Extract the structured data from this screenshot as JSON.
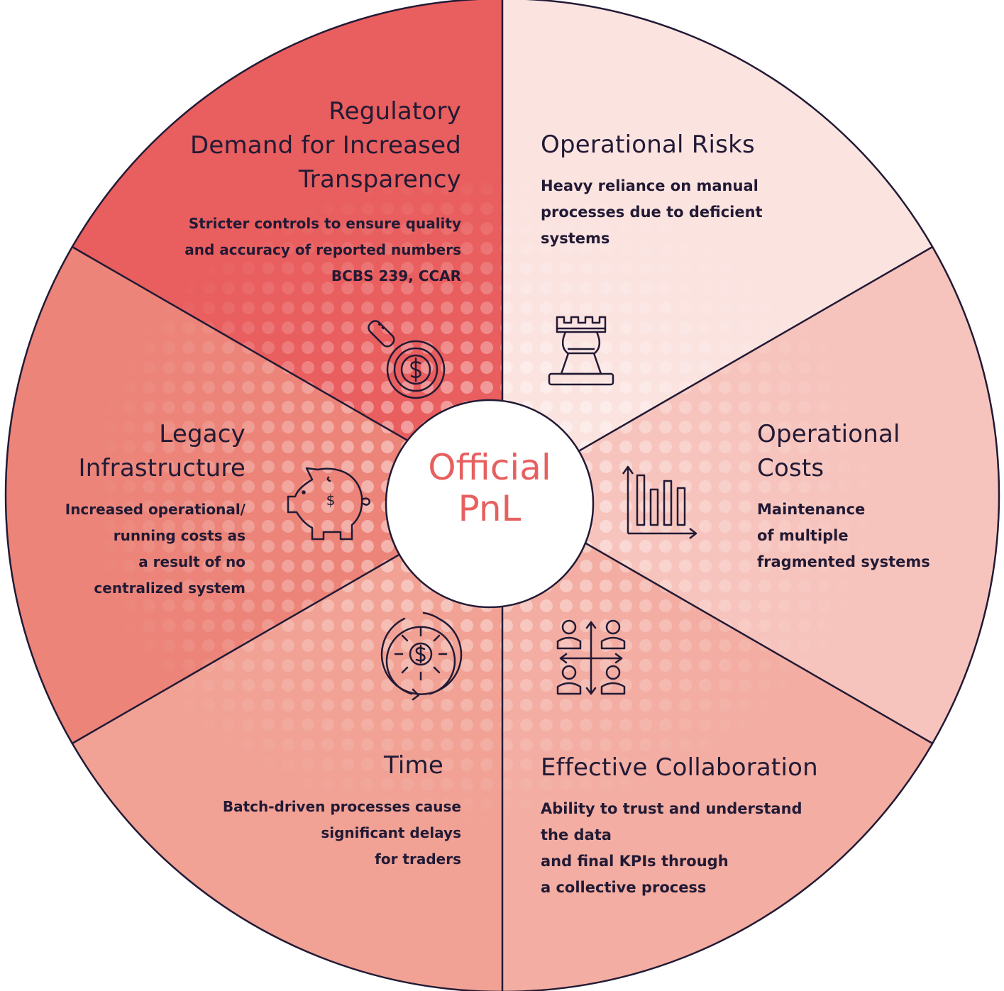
{
  "center": {
    "line1": "Official",
    "line2": "PnL"
  },
  "colors": {
    "outline": "#221a35",
    "regulatory": "#e95e5e",
    "operational_risks": "#fbe3e0",
    "operational_costs": "#f7c4bd",
    "effective_collaboration": "#f3ada2",
    "time": "#f1a295",
    "legacy": "#ec8479",
    "center_text": "#e76060"
  },
  "segments": {
    "regulatory": {
      "title": [
        "Regulatory",
        "Demand for Increased",
        "Transparency"
      ],
      "body": [
        "Stricter controls to ensure quality",
        "and accuracy of reported numbers",
        "BCBS 239, CCAR"
      ],
      "icon": "magnifier-dollar-icon"
    },
    "operational_risks": {
      "title": [
        "Operational Risks"
      ],
      "body": [
        "Heavy reliance on manual",
        "processes due to deficient",
        "systems"
      ],
      "icon": "chess-rook-icon"
    },
    "operational_costs": {
      "title": [
        "Operational",
        "Costs"
      ],
      "body": [
        "Maintenance",
        "of multiple",
        "fragmented systems"
      ],
      "icon": "bar-chart-icon"
    },
    "effective_collaboration": {
      "title": [
        "Effective Collaboration"
      ],
      "body": [
        "Ability to trust and understand",
        "the data",
        "and final KPIs through",
        "a collective process"
      ],
      "icon": "people-arrows-icon"
    },
    "time": {
      "title": [
        "Time"
      ],
      "body": [
        "Batch-driven processes cause",
        "significant delays",
        "for traders"
      ],
      "icon": "clock-dollar-icon"
    },
    "legacy": {
      "title": [
        "Legacy",
        "Infrastructure"
      ],
      "body": [
        "Increased operational/",
        "running costs as",
        "a result of no",
        "centralized system"
      ],
      "icon": "piggy-bank-icon"
    }
  }
}
